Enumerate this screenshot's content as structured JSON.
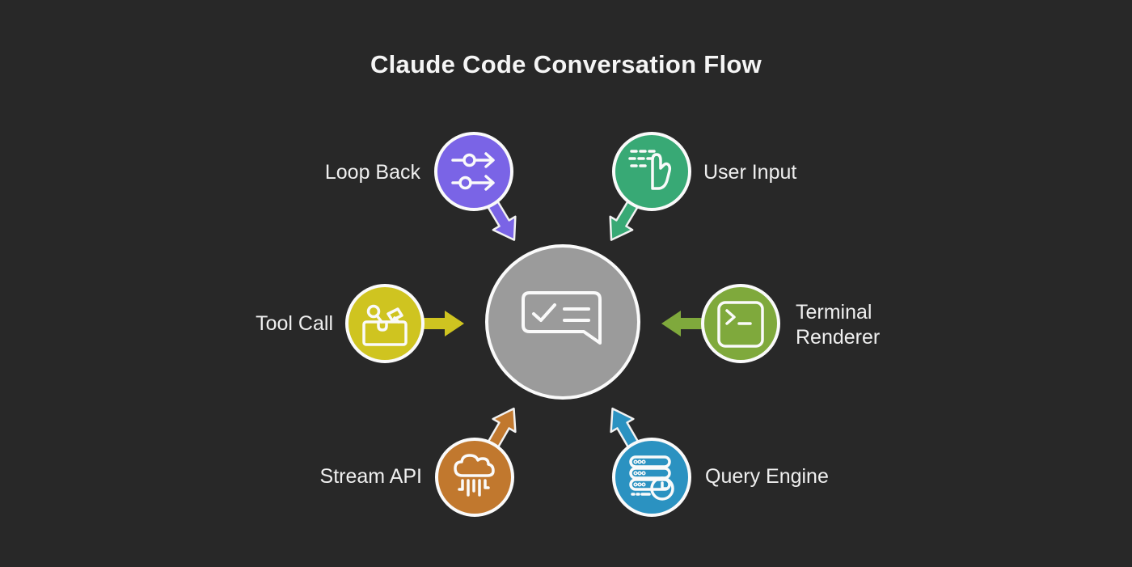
{
  "title": "Claude Code Conversation Flow",
  "theme": {
    "background": "#282828",
    "text": "#efefef",
    "arrow_outline": "#f2f2f2"
  },
  "center": {
    "color": "#9b9b9b",
    "icon": "chat-check-icon"
  },
  "nodes": [
    {
      "id": "loop-back",
      "label": "Loop Back",
      "color": "#7a64e6",
      "icon": "flow-arrows-icon",
      "position": "top-left"
    },
    {
      "id": "user-input",
      "label": "User Input",
      "color": "#38a975",
      "icon": "hand-input-icon",
      "position": "top-right"
    },
    {
      "id": "tool-call",
      "label": "Tool Call",
      "color": "#cfc420",
      "icon": "toolbox-icon",
      "position": "left"
    },
    {
      "id": "terminal-renderer",
      "label": "Terminal Renderer",
      "color": "#7fa93c",
      "icon": "terminal-icon",
      "position": "right"
    },
    {
      "id": "stream-api",
      "label": "Stream API",
      "color": "#c1782e",
      "icon": "cloud-stream-icon",
      "position": "bottom-left"
    },
    {
      "id": "query-engine",
      "label": "Query Engine",
      "color": "#2b92c1",
      "icon": "database-clock-icon",
      "position": "bottom-right"
    }
  ]
}
